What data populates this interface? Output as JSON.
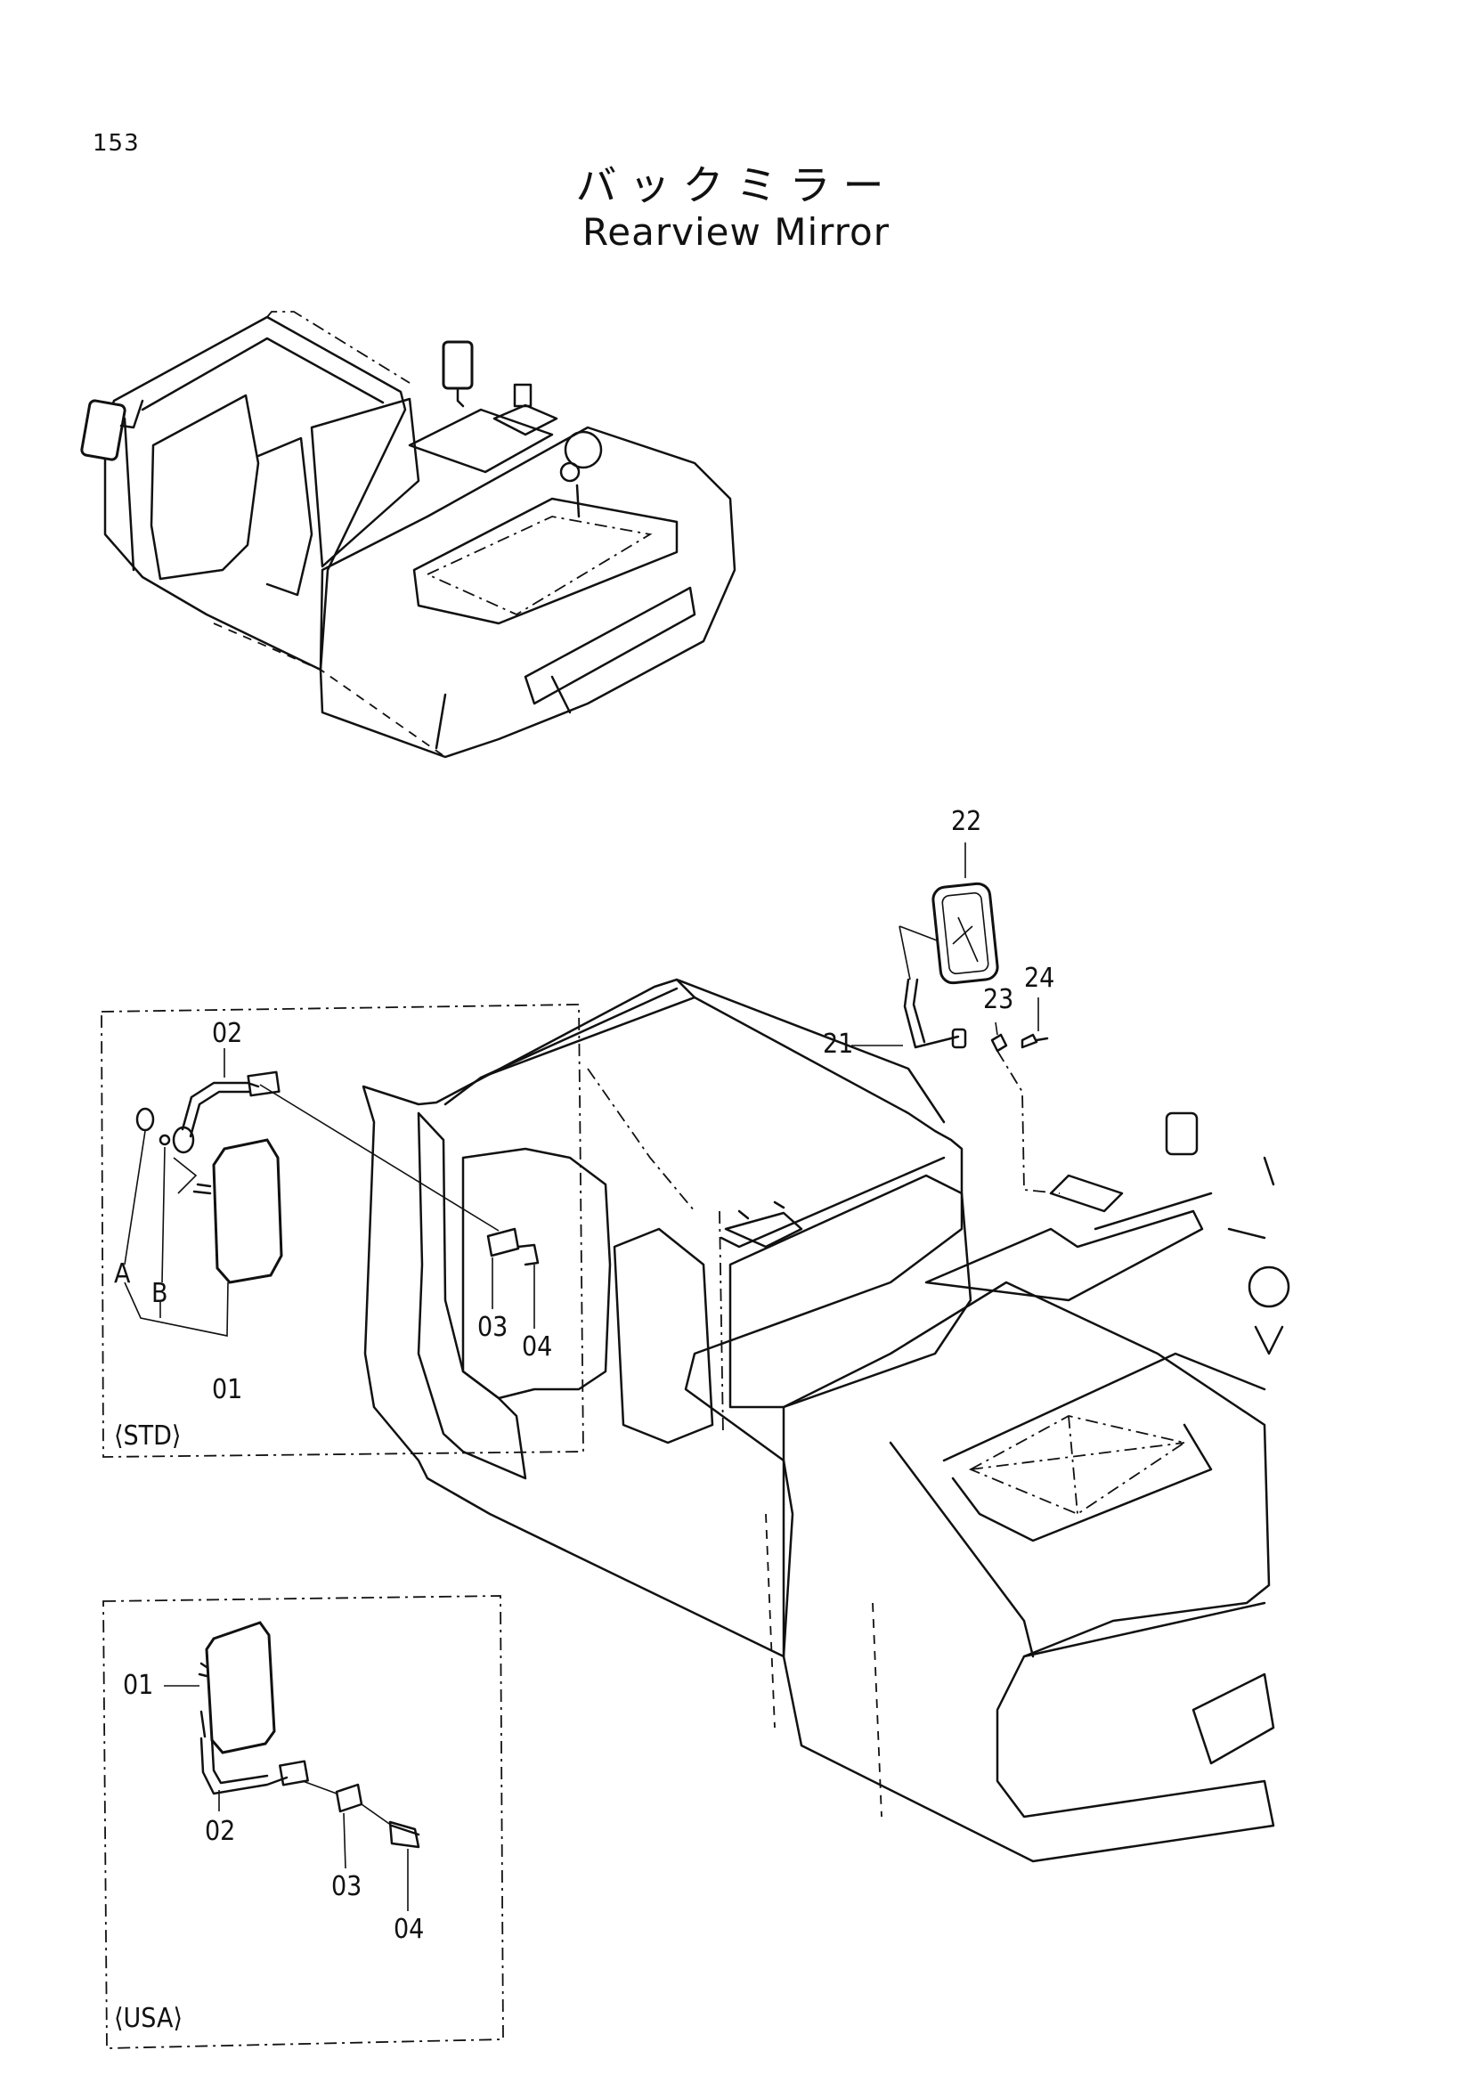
{
  "page_number": "153",
  "title_ja": "バックミラー",
  "title_en": "Rearview Mirror",
  "callouts": {
    "top_right": {
      "c22": "22",
      "c21": "21",
      "c23": "23",
      "c24": "24"
    },
    "std": {
      "c02": "02",
      "cA": "A",
      "cB": "B",
      "c03": "03",
      "c04": "04",
      "c01": "01",
      "tag": "⟨STD⟩"
    },
    "usa": {
      "c01": "01",
      "c02": "02",
      "c03": "03",
      "c04": "04",
      "tag": "⟨USA⟩"
    }
  }
}
